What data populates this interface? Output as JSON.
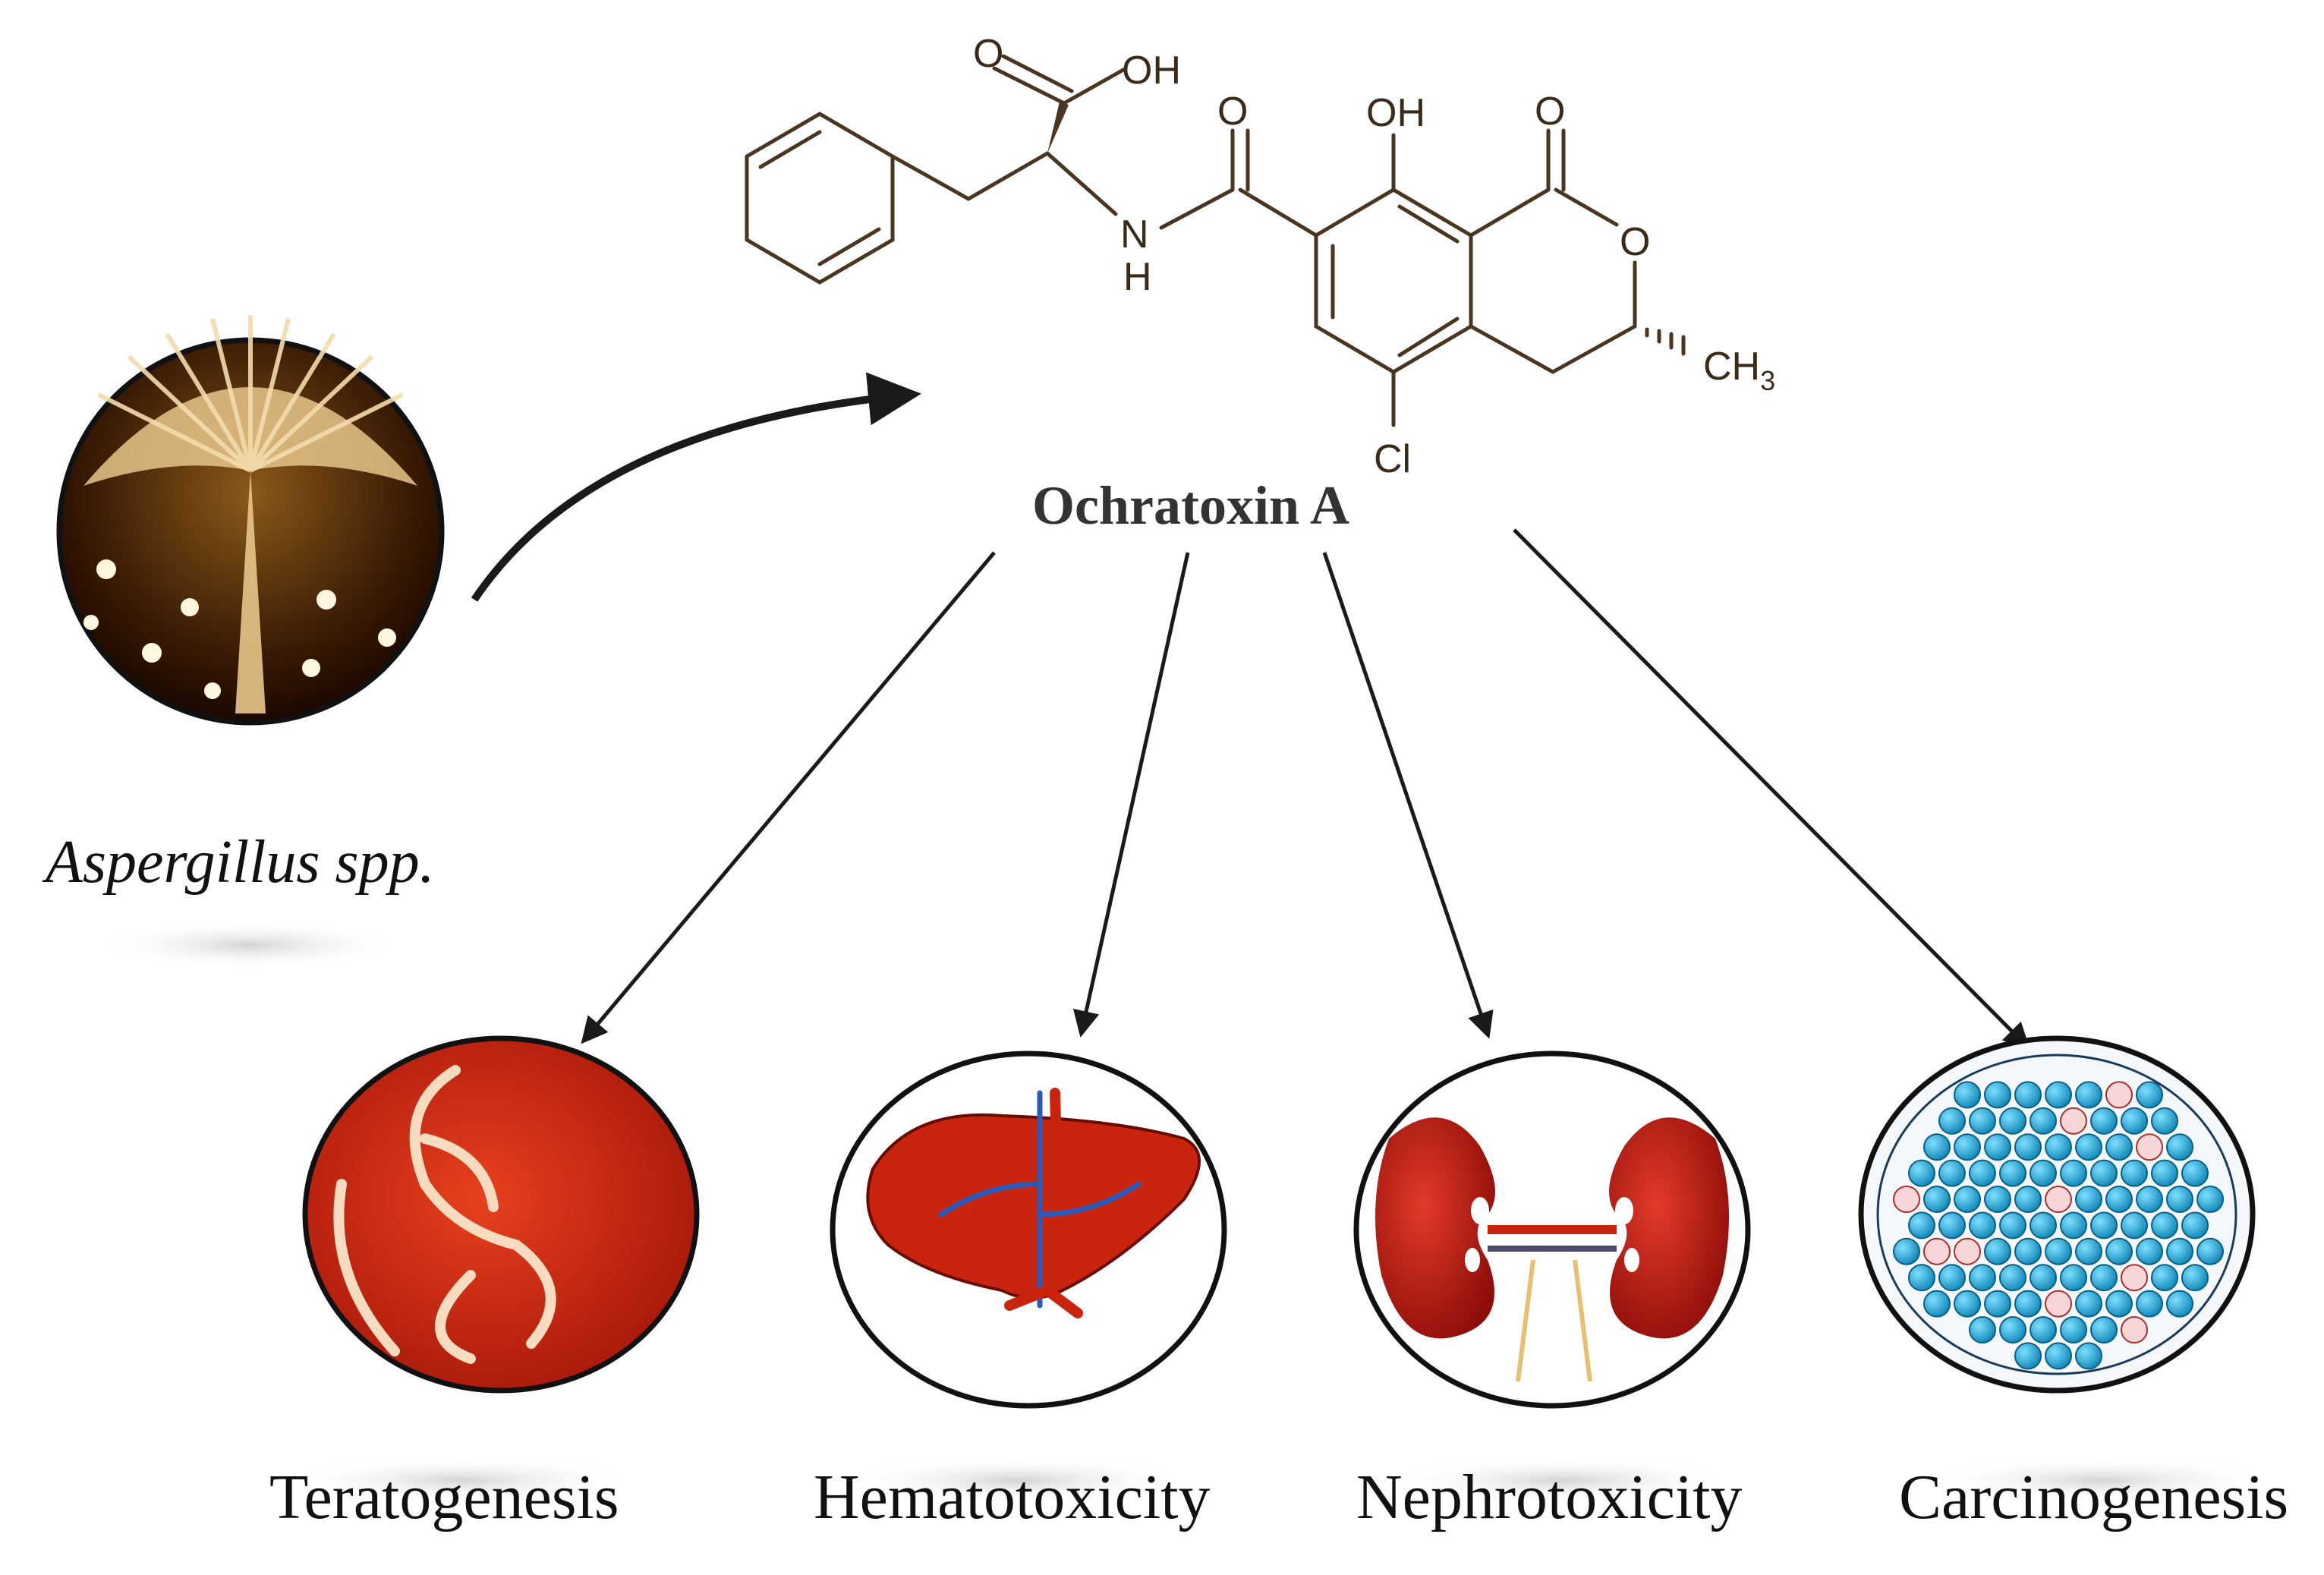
{
  "compound": {
    "name": "Ochratoxin A",
    "atoms": {
      "acid_o": "O",
      "acid_oh": "OH",
      "amide_o": "O",
      "nh_n": "N",
      "nh_h": "H",
      "phenol_oh": "OH",
      "lactone_o_carbonyl": "O",
      "ring_o": "O",
      "methyl": "CH",
      "methyl_sub": "3",
      "chlorine": "Cl"
    }
  },
  "source": {
    "label": "Aspergillus spp.",
    "icon": "aspergillus-conidiophore-icon"
  },
  "effects": [
    {
      "label": "Teratogenesis",
      "icon": "fetus-icon"
    },
    {
      "label": "Hematotoxicity",
      "icon": "liver-icon"
    },
    {
      "label": "Nephrotoxicity",
      "icon": "kidneys-icon"
    },
    {
      "label": "Carcinogenesis",
      "icon": "cells-icon"
    }
  ],
  "colors": {
    "organ_red": "#c8240e",
    "mold_gold": "#e8c58a",
    "cell_blue": "#1aa9d6",
    "ink": "#111111"
  }
}
